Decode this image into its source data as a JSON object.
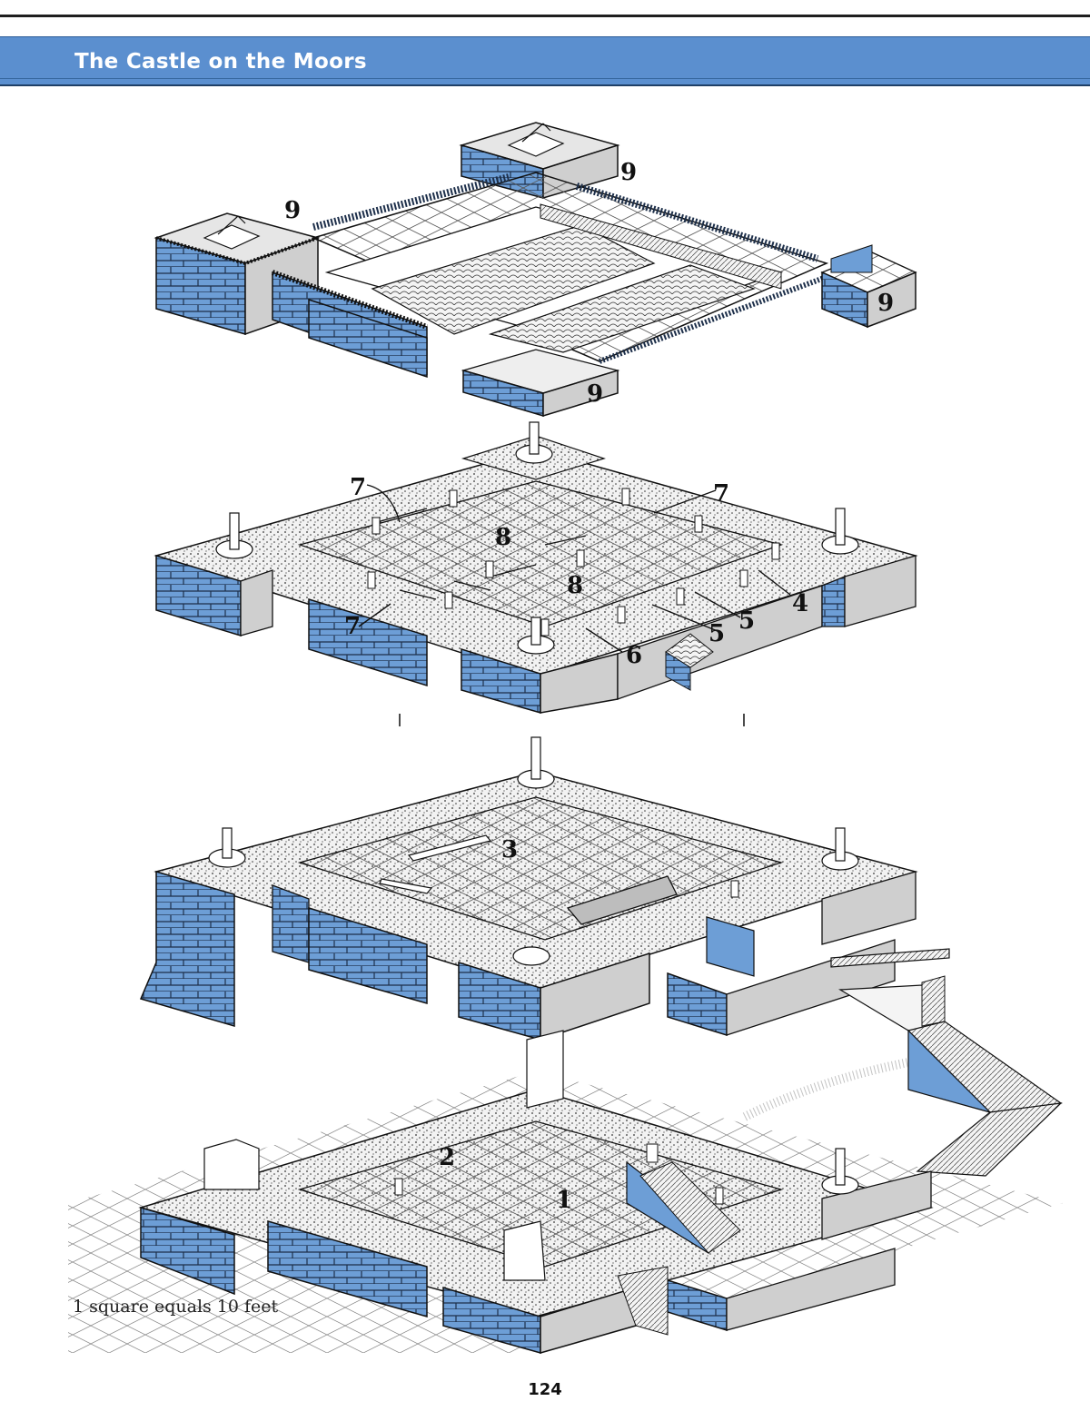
{
  "header": {
    "title": "The Castle on the Moors"
  },
  "levels": [
    {
      "id": "battlements",
      "labels": [
        "9",
        "9",
        "9",
        "9"
      ]
    },
    {
      "id": "upper-floor",
      "labels": [
        "7",
        "7",
        "7",
        "8",
        "8",
        "4",
        "5",
        "5",
        "6"
      ]
    },
    {
      "id": "middle-floor",
      "labels": [
        "3"
      ]
    },
    {
      "id": "ground-floor",
      "labels": [
        "2",
        "1"
      ]
    }
  ],
  "scale_note": "1 square equals 10 feet",
  "page_number": "124",
  "colors": {
    "title_bar": "#5b8fcf",
    "wall_blue": "#6d9ed6",
    "wall_gray": "#cfcfcf",
    "rubble": "#e9e9e9",
    "ink": "#111111"
  }
}
